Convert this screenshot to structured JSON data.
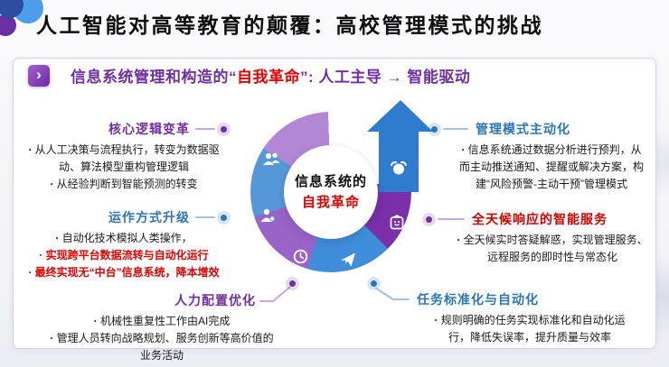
{
  "title": "人工智能对高等教育的颠覆：高校管理模式的挑战",
  "banner": {
    "chevron_glyph": "›",
    "text_prefix": "信息系统管理和构造的“",
    "text_highlight": "自我革命",
    "text_suffix": "”: 人工主导 → 智能驱动"
  },
  "center_circle": {
    "line1": "信息系统的",
    "line2": "自我革命"
  },
  "left_sections": [
    {
      "title": "核心逻辑变革",
      "bullets": [
        "从人工决策与流程执行，转变为数据驱动、算法模型重构管理逻辑",
        "从经验判断到智能预测的转变"
      ]
    },
    {
      "title": "运作方式升级",
      "bullets": [
        "自动化技术模拟人类操作，",
        "实现跨平台数据流转与自动化运行",
        "最终实现无“中台”信息系统，降本增效"
      ]
    },
    {
      "title": "人力配置优化",
      "bullets": [
        "机械性重复性工作由AI完成",
        "管理人员转向战略规划、服务创新等高价值的业务活动"
      ]
    }
  ],
  "right_sections": [
    {
      "title": "管理模式主动化",
      "bullets": [
        "信息系统通过数据分析进行预判，从而主动推送通知、提醒或解决方案，构建“风险预警-主动干预”管理模式"
      ]
    },
    {
      "title": "全天候响应的智能服务",
      "bullets": [
        "全天候实时答疑解惑，实现管理服务、远程服务的即时性与常态化"
      ]
    },
    {
      "title": "任务标准化与自动化",
      "bullets": [
        "规则明确的任务实现标准化和自动化运行，降低失误率，提升质量与效率"
      ]
    }
  ],
  "icons": {
    "chevron_icon": "›",
    "up_arrow_icon": "↑",
    "people_icon": "two-users",
    "person_icon": "single-user",
    "clock_icon": "clock-face",
    "send_icon": "paper-plane",
    "bag_icon": "smiley-bag",
    "alarm_icon": "alarm-clock"
  },
  "colors": {
    "accent_purple": "#7030A0",
    "accent_blue": "#2E75B6",
    "accent_red": "#E00000",
    "segment_light_purple": "#B287D6",
    "segment_mid_purple": "#9A63C9",
    "segment_dark_purple": "#7B2FA8",
    "segment_blue_left": "#5598DA",
    "segment_blue_bottom": "#3E8ED9",
    "arrow_blue": "#2F7BCE"
  }
}
